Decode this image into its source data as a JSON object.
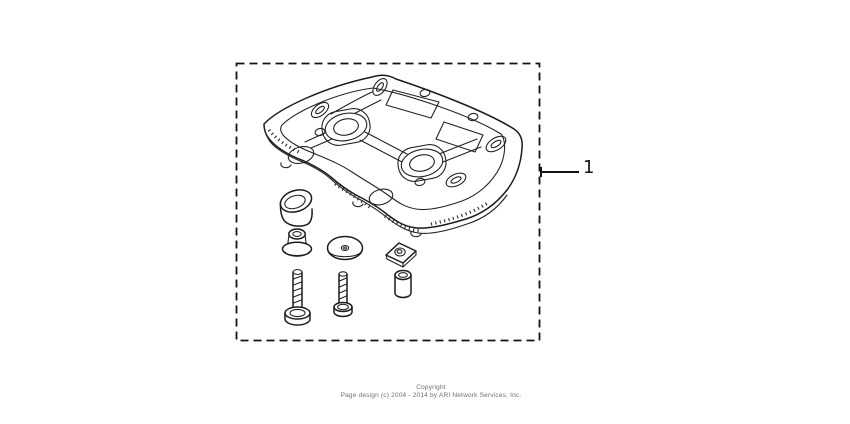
{
  "page": {
    "background_color": "#ffffff",
    "line_color": "#1c1c1c",
    "muted_text_color": "#6e6e6e"
  },
  "diagram": {
    "bounding_box_style": "dashed",
    "illustration_parts": [
      "base-plate",
      "rubber-cap",
      "flanged-bushing",
      "washer",
      "square-well-nut",
      "long-flange-bolt",
      "short-flange-bolt",
      "cylindrical-spacer"
    ]
  },
  "callout": {
    "label": "1"
  },
  "footer": {
    "line1": "Copyright",
    "line2": "Page design (c) 2004 - 2014 by ARI Network Services, Inc."
  }
}
